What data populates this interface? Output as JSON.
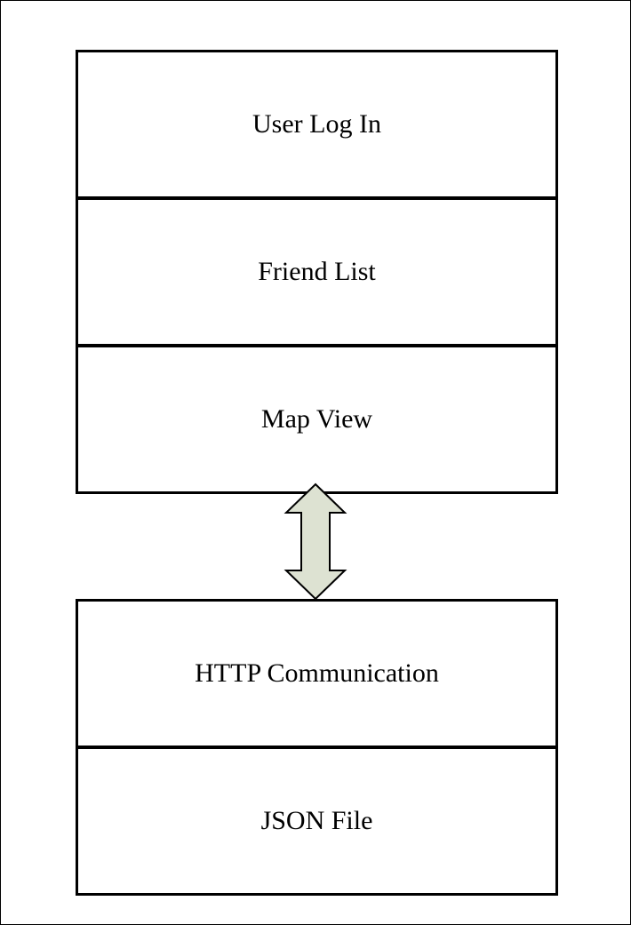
{
  "diagram": {
    "top_group": [
      {
        "label": "User Log In"
      },
      {
        "label": "Friend List"
      },
      {
        "label": "Map View"
      }
    ],
    "bottom_group": [
      {
        "label": "HTTP Communication"
      },
      {
        "label": "JSON File"
      }
    ],
    "connector": {
      "type": "bidirectional-arrow",
      "fill_color": "#dde2d2",
      "stroke_color": "#000000"
    }
  }
}
